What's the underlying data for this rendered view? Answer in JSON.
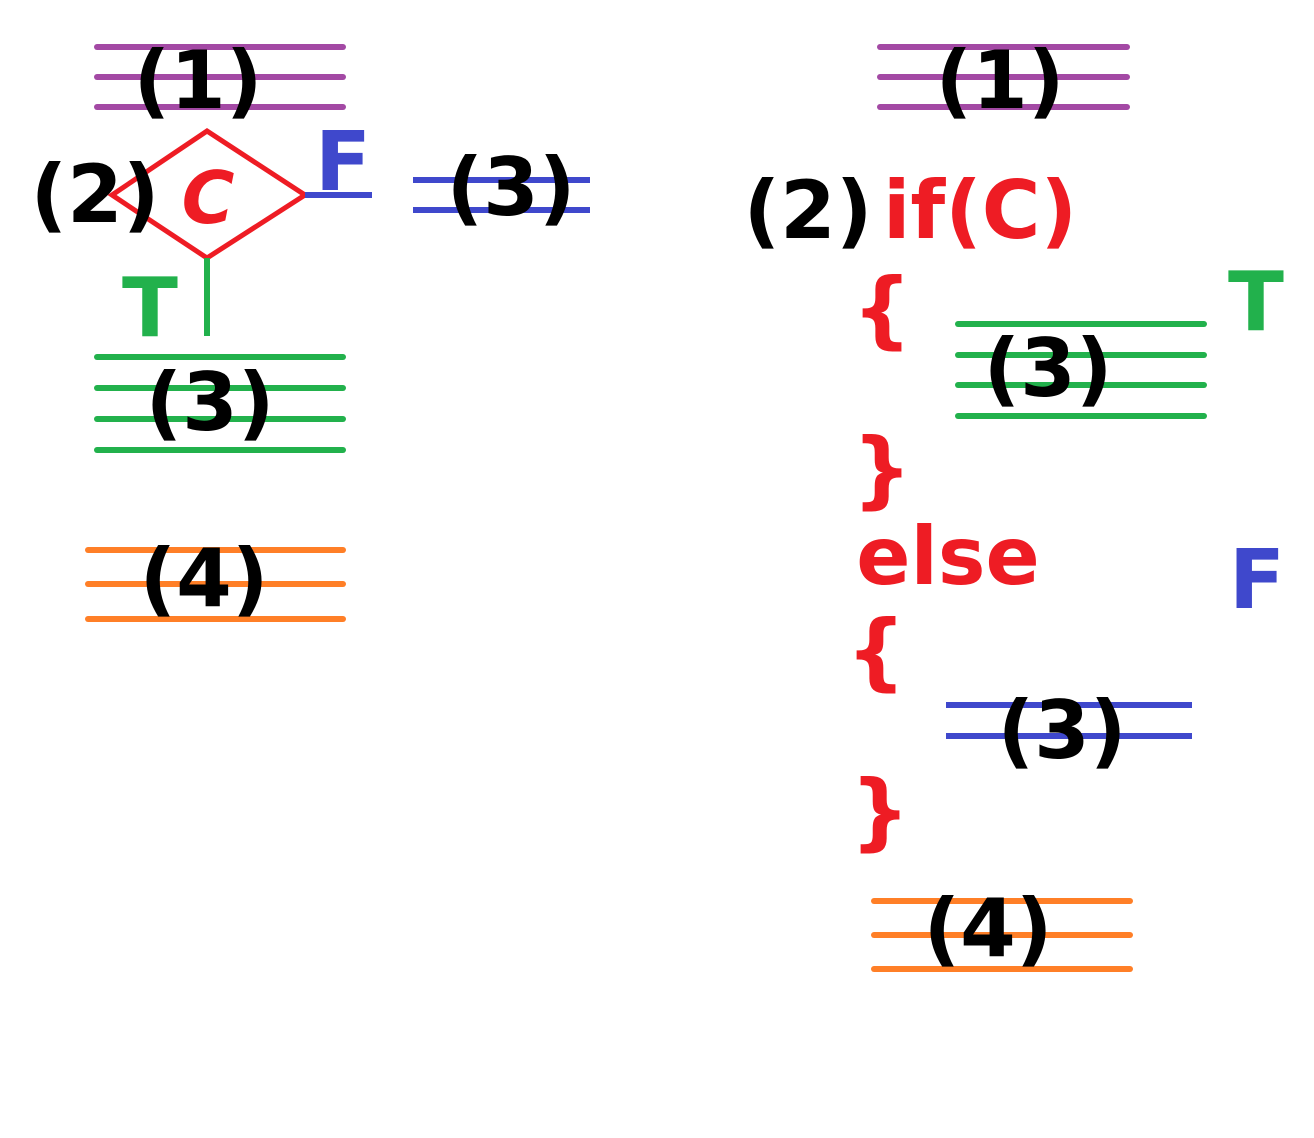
{
  "colors": {
    "purple": "#a349a4",
    "red": "#ee1c24",
    "blue": "#3f48cc",
    "green": "#22b14c",
    "orange": "#ff7f27",
    "black": "#000000"
  },
  "flowchart": {
    "step1": "(1)",
    "step2": "(2)",
    "condition": "C",
    "true_label": "T",
    "false_label": "F",
    "true_branch": "(3)",
    "false_branch": "(3)",
    "step4": "(4)"
  },
  "code": {
    "step1": "(1)",
    "step2": "(2)",
    "if_keyword": "if(C)",
    "open_brace_1": "{",
    "true_branch": "(3)",
    "true_label": "T",
    "close_brace_1": "}",
    "else_keyword": "else",
    "false_label": "F",
    "open_brace_2": "{",
    "false_branch": "(3)",
    "close_brace_2": "}",
    "step4": "(4)"
  }
}
